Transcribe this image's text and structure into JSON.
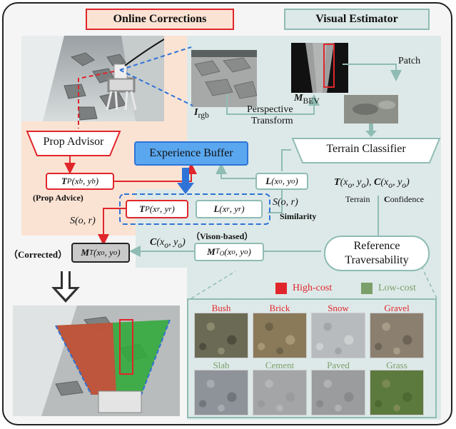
{
  "titles": {
    "online": "Online Corrections",
    "visual": "Visual Estimator"
  },
  "labels": {
    "prop_advisor": "Prop Advisor",
    "experience_buffer": "Experience Buffer",
    "terrain_classifier": "Terrain Classifier",
    "reference_traversability_1": "Reference",
    "reference_traversability_2": "Traversability",
    "patch": "Patch",
    "perspective_1": "Perspective",
    "perspective_2": "Transform",
    "i_rgb": "I",
    "i_rgb_sub": "rgb",
    "m_bev": "M",
    "m_bev_sub": "BEV",
    "tp_xb": "T",
    "tp_xb_sub": "P",
    "tp_xb_args": "(x",
    "tp_xb_args2": "b",
    "tp_xb_args3": ", y",
    "tp_xb_args4": "b",
    "tp_xb_args5": ")",
    "prop_advice": "(Prop Advice)",
    "tp_xr": "T",
    "tp_xr_sub": "P",
    "tp_xr_args": "(x",
    "tp_xr_sub2": "r",
    "tp_xr_args3": ", y",
    "tp_xr_sub4": "r",
    "tp_xr_args5": ")",
    "l_xr": "L",
    "l_xr_args": "(x",
    "l_xr_sub": "r",
    "l_xr_args2": ", y",
    "l_xr_sub2": "r",
    "l_xr_args3": ")",
    "l_xo": "L",
    "l_xo_args": "(x",
    "l_xo_sub": "o",
    "l_xo_args2": ", y",
    "l_xo_sub2": "o",
    "l_xo_args3": ")",
    "s_or_right": "S(o, r)",
    "similarity": "Similarity",
    "s_or_left": "S(o, r)",
    "t_xo": "T",
    "t_xo_args": "(x",
    "t_xo_sub": "o",
    "t_xo_args2": ", y",
    "t_xo_sub2": "o",
    "t_xo_args3": "),",
    "c_xo": "C",
    "c_xo_args": "(x",
    "c_xo_sub": "o",
    "c_xo_args2": ", y",
    "c_xo_sub2": "o",
    "c_xo_args3": ")",
    "terrain_word": "Terrain",
    "terrain_T": "T",
    "confidence_word": "onfidence",
    "confidence_C": "C",
    "vision_based": "（Vison-based）",
    "c_mid": "C",
    "c_mid_args": "(x",
    "c_mid_sub": "o",
    "c_mid_args2": ", y",
    "c_mid_sub2": "o",
    "c_mid_args3": ")",
    "mto": "M",
    "mto_sub": "T",
    "mto_sub2": "O",
    "mto_args": "(x",
    "mto_sub3": "o",
    "mto_args2": ", y",
    "mto_sub4": "o",
    "mto_args3": ")",
    "corrected": "（Corrected）",
    "mt": "M",
    "mt_sub": "T",
    "mt_args": "(x",
    "mt_sub2": "o",
    "mt_args2": ", y",
    "mt_sub3": "o",
    "mt_args3": ")"
  },
  "legend": {
    "high": "High-cost",
    "low": "Low-cost",
    "high_color": "#e0262b",
    "low_color": "#7a9f6a"
  },
  "terrains": [
    {
      "name": "Bush",
      "cost": "high"
    },
    {
      "name": "Brick",
      "cost": "high"
    },
    {
      "name": "Snow",
      "cost": "high"
    },
    {
      "name": "Gravel",
      "cost": "high"
    },
    {
      "name": "Slab",
      "cost": "low"
    },
    {
      "name": "Cement",
      "cost": "low"
    },
    {
      "name": "Paved",
      "cost": "low"
    },
    {
      "name": "Grass",
      "cost": "low"
    }
  ],
  "colors": {
    "red": "#e0262b",
    "teal": "#8fbcb4",
    "blue": "#2f73d6",
    "peach": "#fbe3d4",
    "mint": "#dde9e8"
  }
}
